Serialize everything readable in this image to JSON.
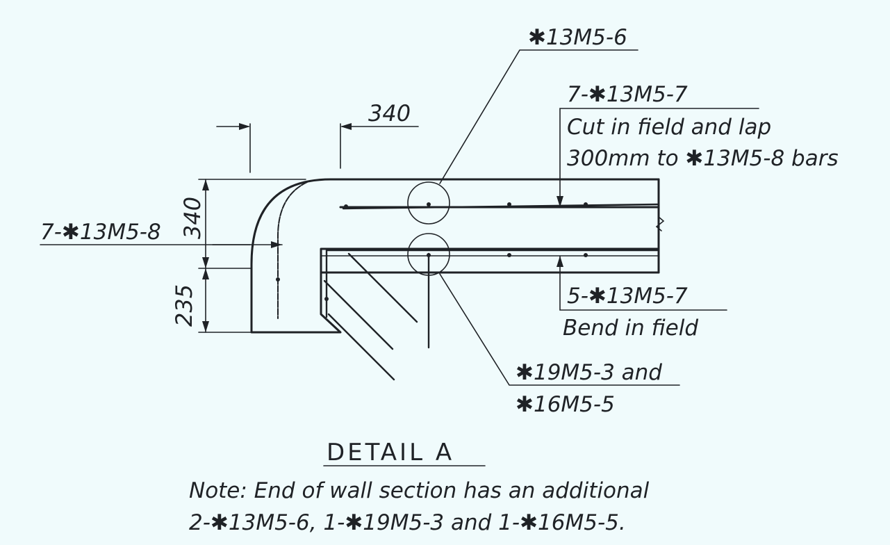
{
  "labels": {
    "bar_13m5_6": "✱13M5-6",
    "bar_7_13m5_7": "7-✱13M5-7",
    "cut_note_1": "Cut in field and lap",
    "cut_note_2": "300mm to ✱13M5-8 bars",
    "bar_7_13m5_8": "7-✱13M5-8",
    "bar_5_13m5_7": "5-✱13M5-7",
    "bend_note": "Bend in field",
    "bar_19m5_3": "✱19M5-3 and",
    "bar_16m5_5": "✱16M5-5"
  },
  "dimensions": {
    "top": "340",
    "left_upper": "340",
    "left_lower": "235"
  },
  "title": "DETAIL A",
  "note": {
    "line1": "Note: End of wall section has an additional",
    "line2": "2-✱13M5-6, 1-✱19M5-3 and 1-✱16M5-5."
  }
}
